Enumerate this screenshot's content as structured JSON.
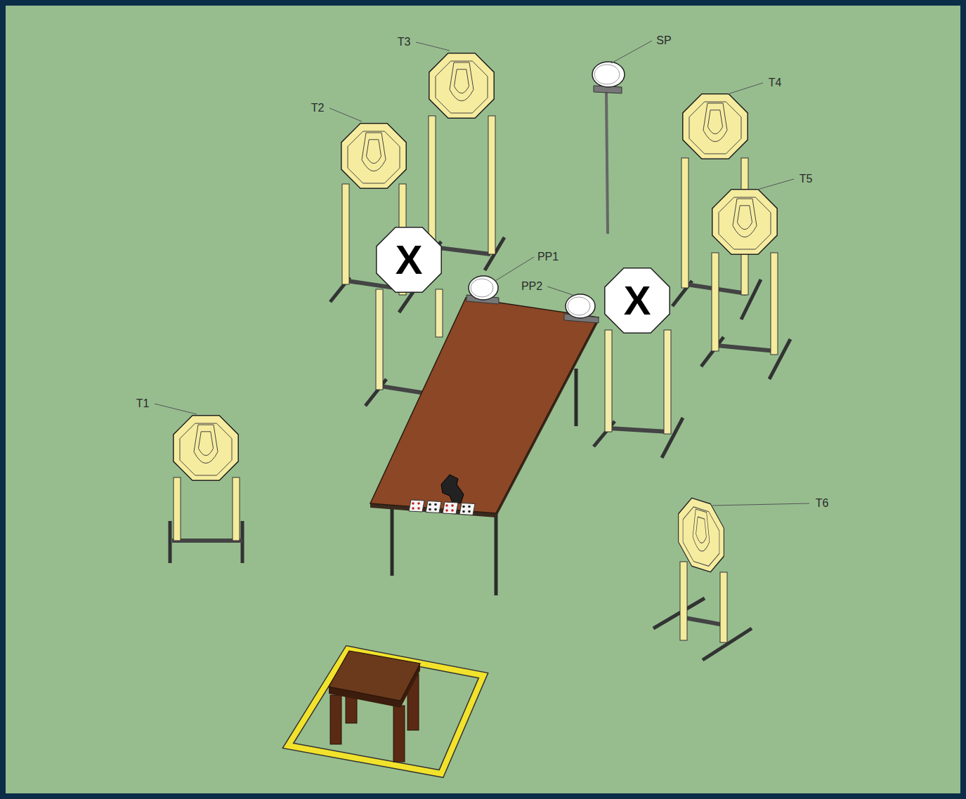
{
  "diagram": {
    "labels": [
      "T3",
      "SP",
      "T2",
      "T4",
      "T5",
      "PP1",
      "PP2",
      "X",
      "X",
      "T1",
      "T6"
    ]
  }
}
